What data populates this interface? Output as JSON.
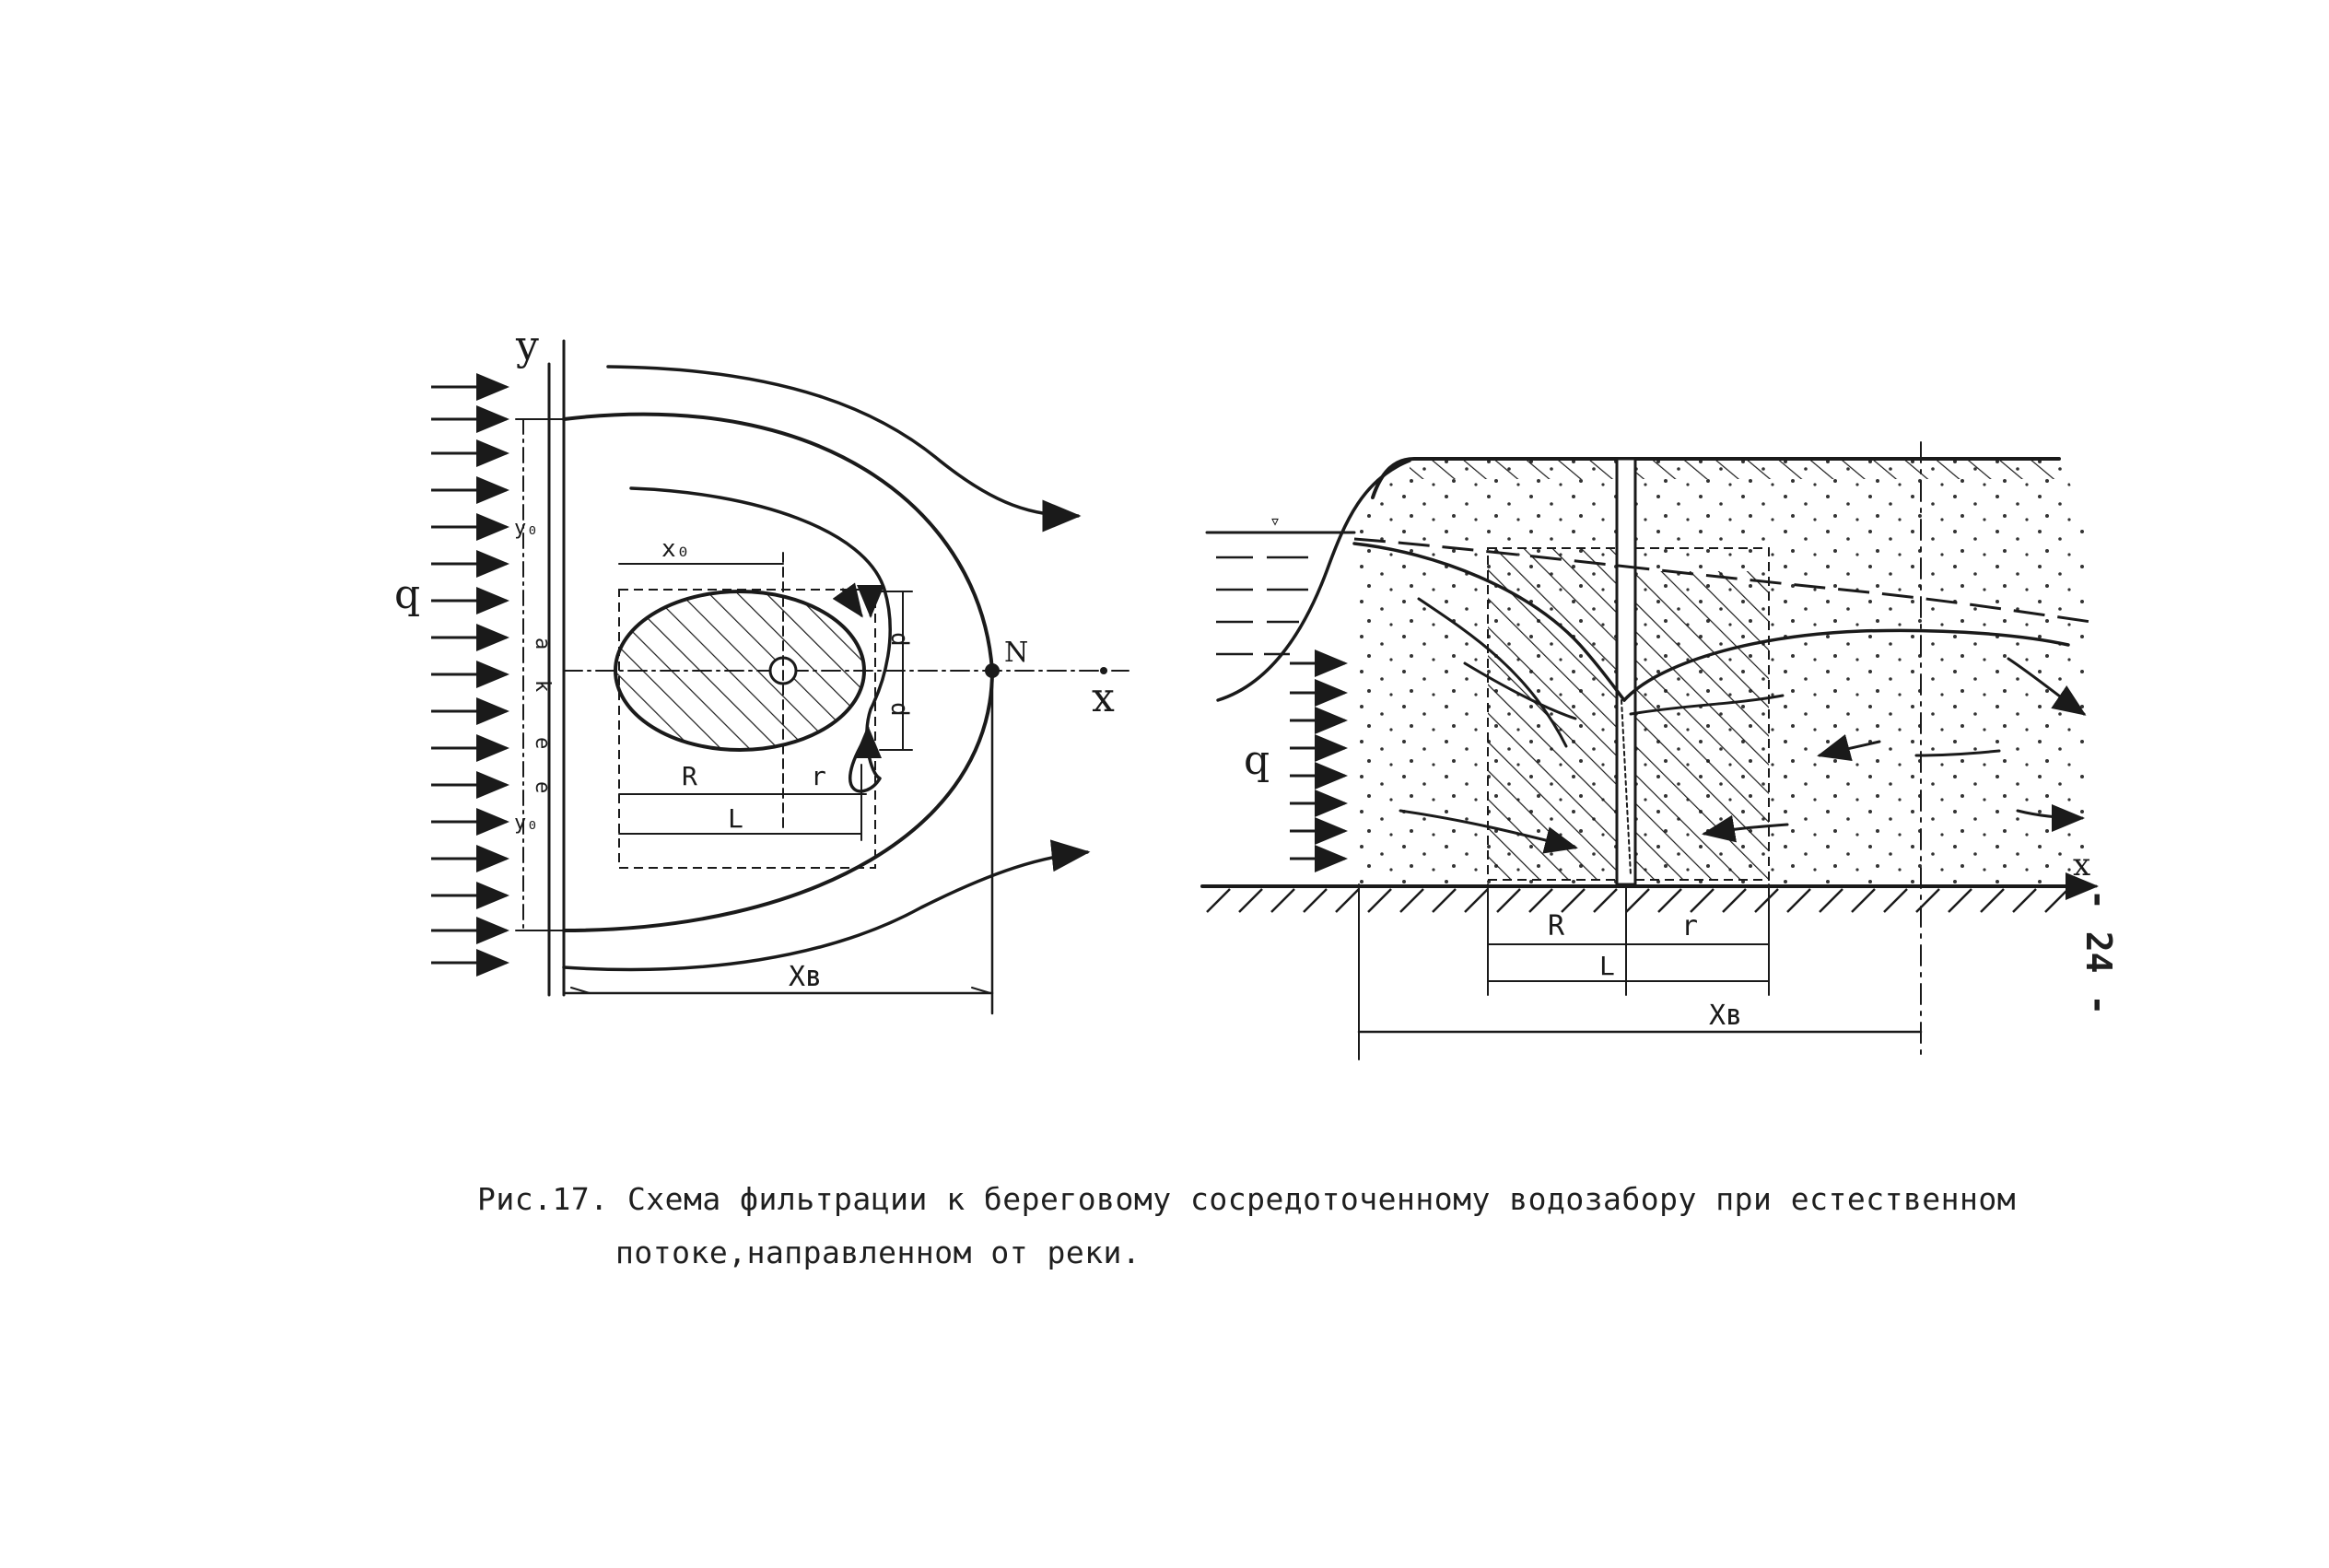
{
  "plan_view": {
    "axis_y": "y",
    "axis_x": "x",
    "flow_label": "q",
    "point_label": "N",
    "dim_x0": "x₀",
    "dim_d_upper": "d",
    "dim_d_lower": "d",
    "dim_R": "R",
    "dim_r": "r",
    "dim_L": "L",
    "dim_xb": "Xʙ",
    "side_y0_top": "y₀",
    "side_y0_bottom": "y₀",
    "side_a": "a",
    "side_k": "k",
    "side_e": "e",
    "side_e2": "e"
  },
  "section_view": {
    "flow_label": "q",
    "axis_x": "x",
    "water_mark": "▿",
    "dim_R": "R",
    "dim_r": "r",
    "dim_L": "L",
    "dim_xb": "Xʙ"
  },
  "caption": {
    "line1": "Рис.17. Схема фильтрации к береговому сосредоточенному водозабору при естественном",
    "line2": "потоке,направленном от реки."
  },
  "page_number": "- 24 -"
}
